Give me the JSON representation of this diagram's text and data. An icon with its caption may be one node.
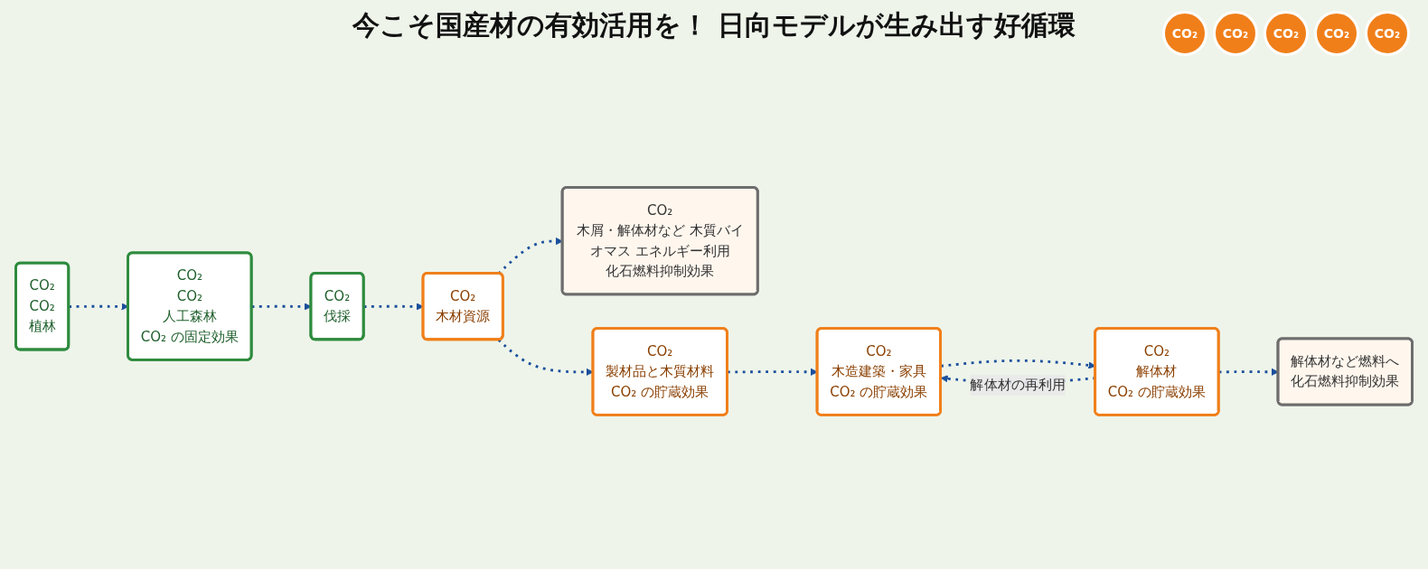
{
  "diagram": {
    "title": "今こそ国産材の有効活用を！ 日向モデルが生み出す好循環",
    "nodes": [
      {
        "text": [
          "CO₂",
          "CO₂",
          "人工森林",
          "CO₂ の固定効果"
        ]
      },
      {
        "text": [
          "CO₂",
          "伐採"
        ]
      },
      {
        "text": [
          "CO₂",
          "木材資源"
        ]
      },
      {
        "text": [
          "CO₂",
          "CO₂",
          "植林"
        ]
      },
      {
        "text": [
          "CO₂",
          "木屑・解体材など 木質バイオマス エネルギー利用",
          "化石燃料抑制効果"
        ]
      },
      {
        "text": [
          "解体材など燃料へ",
          "化石燃料抑制効果"
        ]
      },
      {
        "text": [
          "CO₂",
          "製材品と木質材料",
          "CO₂ の貯蔵効果"
        ]
      },
      {
        "text": [
          "CO₂",
          "木造建築・家具",
          "CO₂ の貯蔵効果"
        ]
      },
      {
        "text": [
          "CO₂",
          "解体材",
          "CO₂ の貯蔵効果"
        ]
      }
    ],
    "edges": [
      {
        "from": 3,
        "to": 0,
        "arrow": "to",
        "style": "dashed"
      },
      {
        "from": 0,
        "to": 1,
        "arrow": "to",
        "style": "dashed"
      },
      {
        "from": 1,
        "to": 2,
        "arrow": "to",
        "style": "dashed"
      },
      {
        "from": 2,
        "to": 6,
        "arrow": "to",
        "style": "dashed"
      },
      {
        "from": 2,
        "to": 4,
        "arrow": "to",
        "style": "dashed"
      },
      {
        "from": 6,
        "to": 7,
        "arrow": "to",
        "style": "dashed"
      },
      {
        "from": 7,
        "to": 8,
        "arrow": "to",
        "style": "dashed"
      },
      {
        "from": 8,
        "to": 7,
        "label": "解体材の再利用",
        "arrow": "to",
        "style": "dashed"
      },
      {
        "from": 8,
        "to": 5,
        "arrow": "to",
        "style": "dashed"
      }
    ],
    "labels": [
      "CO₂",
      "CO₂",
      "CO₂",
      "CO₂",
      "CO₂"
    ]
  }
}
